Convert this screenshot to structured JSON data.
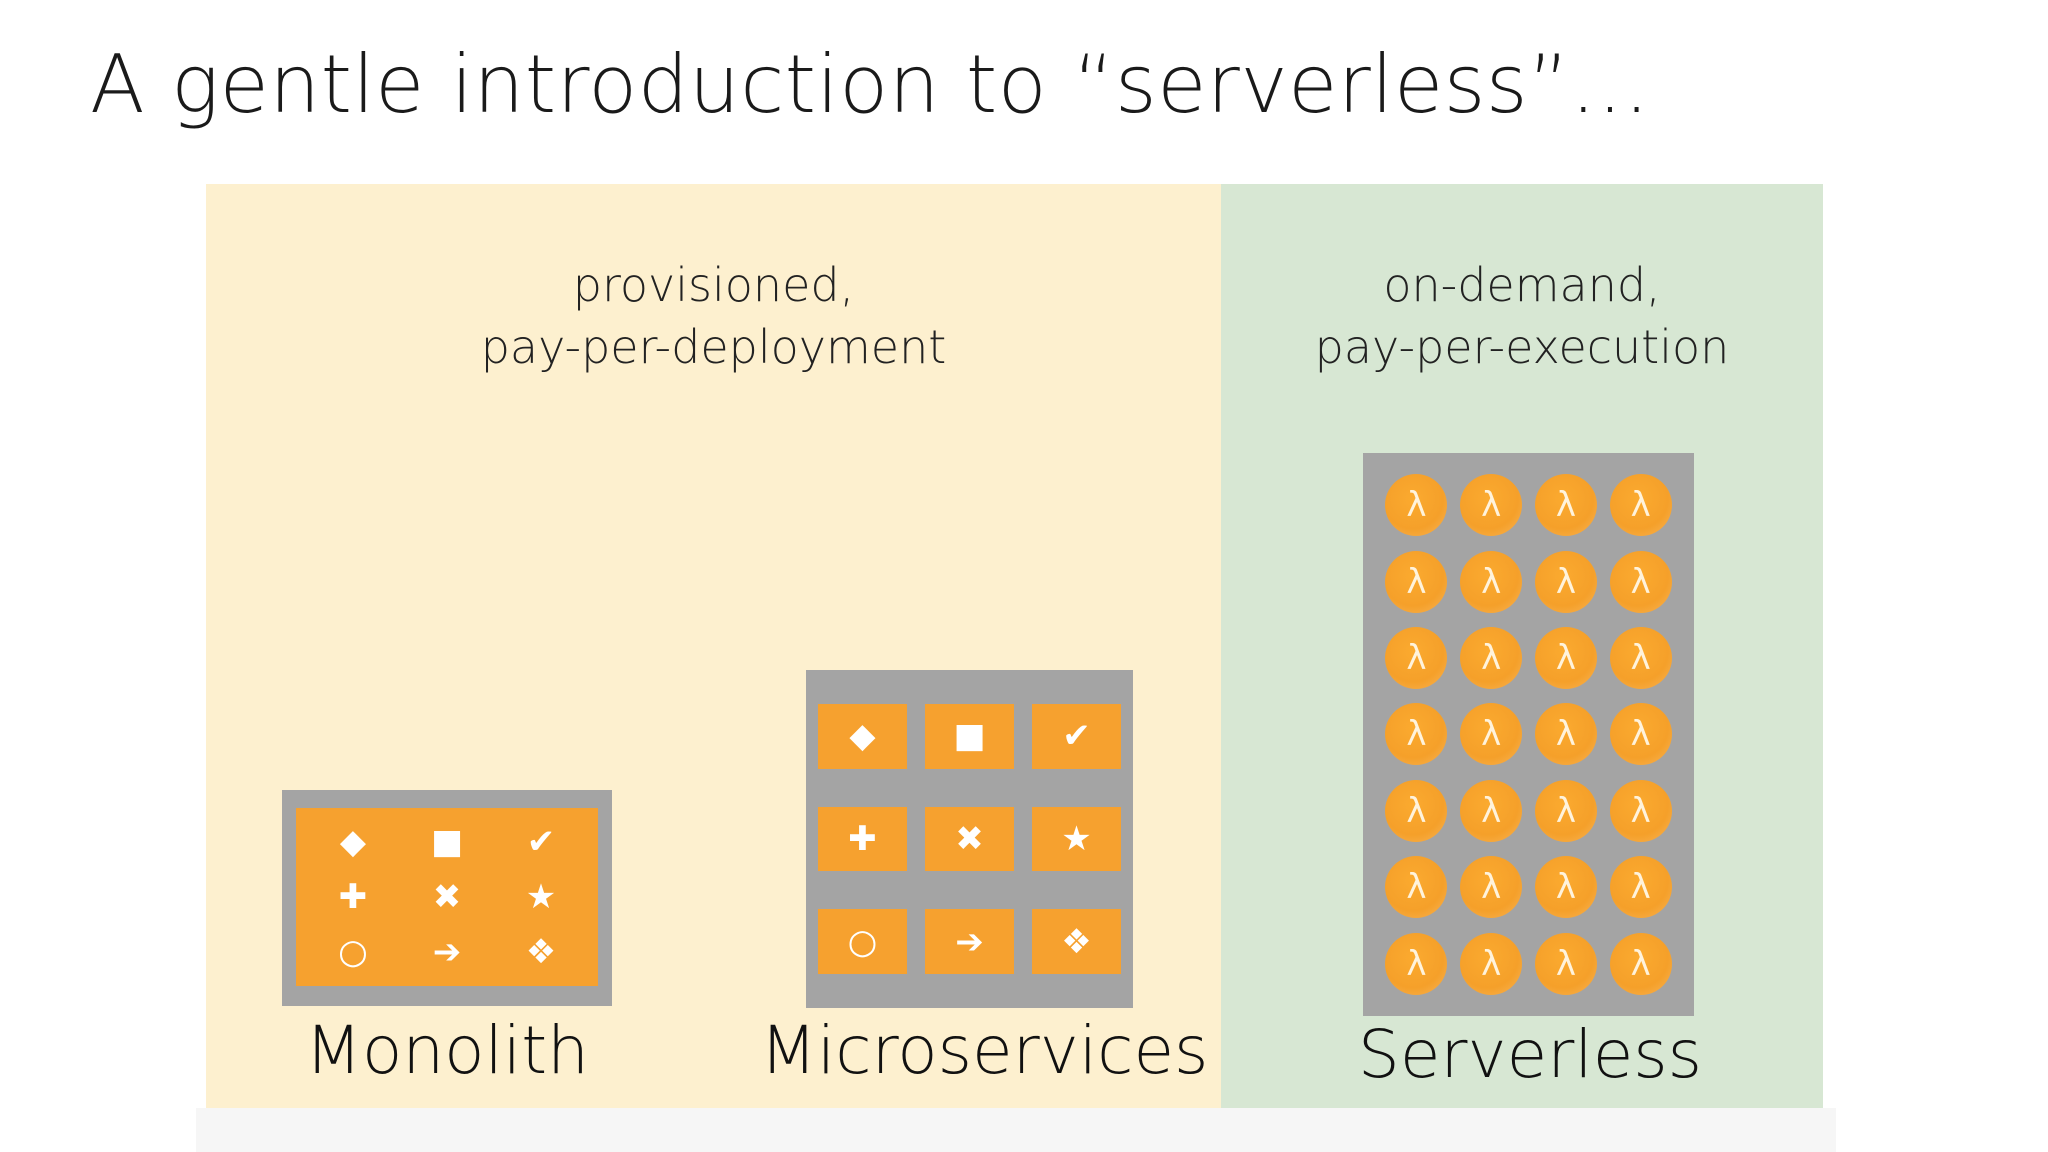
{
  "title": "A gentle introduction to “serverless”…",
  "panels": {
    "provisioned": {
      "line1": "provisioned,",
      "line2": "pay-per-deployment"
    },
    "on_demand": {
      "line1": "on-demand,",
      "line2": "pay-per-execution"
    }
  },
  "architectures": {
    "monolith": {
      "label": "Monolith",
      "icons": [
        "◆",
        "■",
        "✔",
        "✚",
        "✖",
        "★",
        "○",
        "➔",
        "❖"
      ]
    },
    "microservices": {
      "label": "Microservices",
      "icons": [
        "◆",
        "■",
        "✔",
        "✚",
        "✖",
        "★",
        "○",
        "➔",
        "❖"
      ]
    },
    "serverless": {
      "label": "Serverless",
      "function_symbol": "λ",
      "grid": {
        "columns": 4,
        "rows": 7
      }
    }
  },
  "colors": {
    "provisioned_bg": "#fdf0cf",
    "on_demand_bg": "#d7e7d3",
    "container_gray": "#a4a4a4",
    "component_orange": "#f6a12f"
  }
}
